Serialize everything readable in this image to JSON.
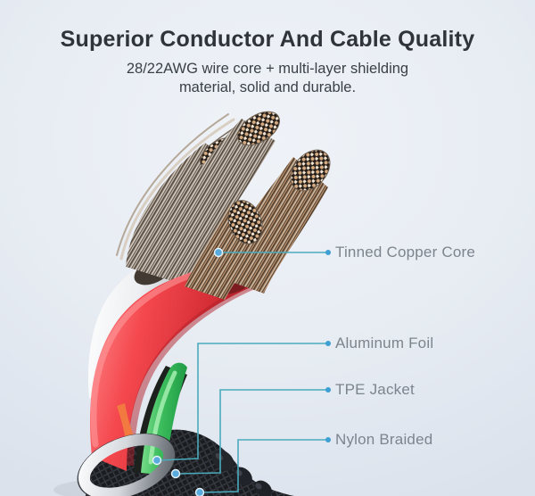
{
  "header": {
    "title": "Superior Conductor And Cable Quality",
    "subtitle_line1": "28/22AWG wire core + multi-layer shielding",
    "subtitle_line2": "material, solid and durable."
  },
  "callouts": {
    "tinned_copper_core": "Tinned Copper Core",
    "aluminum_foil": "Aluminum Foil",
    "tpe_jacket": "TPE Jacket",
    "nylon_braided": "Nylon Braided"
  },
  "colors": {
    "accent_line": "#4aabbd",
    "accent_dot": "#3d9fd2",
    "title_text": "#2f343a",
    "subtitle_text": "#3a4048",
    "label_text": "#7c848d",
    "cable_red": "#f3474d",
    "cable_green": "#3dbd5d",
    "cable_white": "#f5f7f9",
    "copper_strand": "#d8ac83",
    "jacket_black": "#1b1d21",
    "collar_silver": "#d5d9de",
    "background": "#e7ecf3"
  }
}
